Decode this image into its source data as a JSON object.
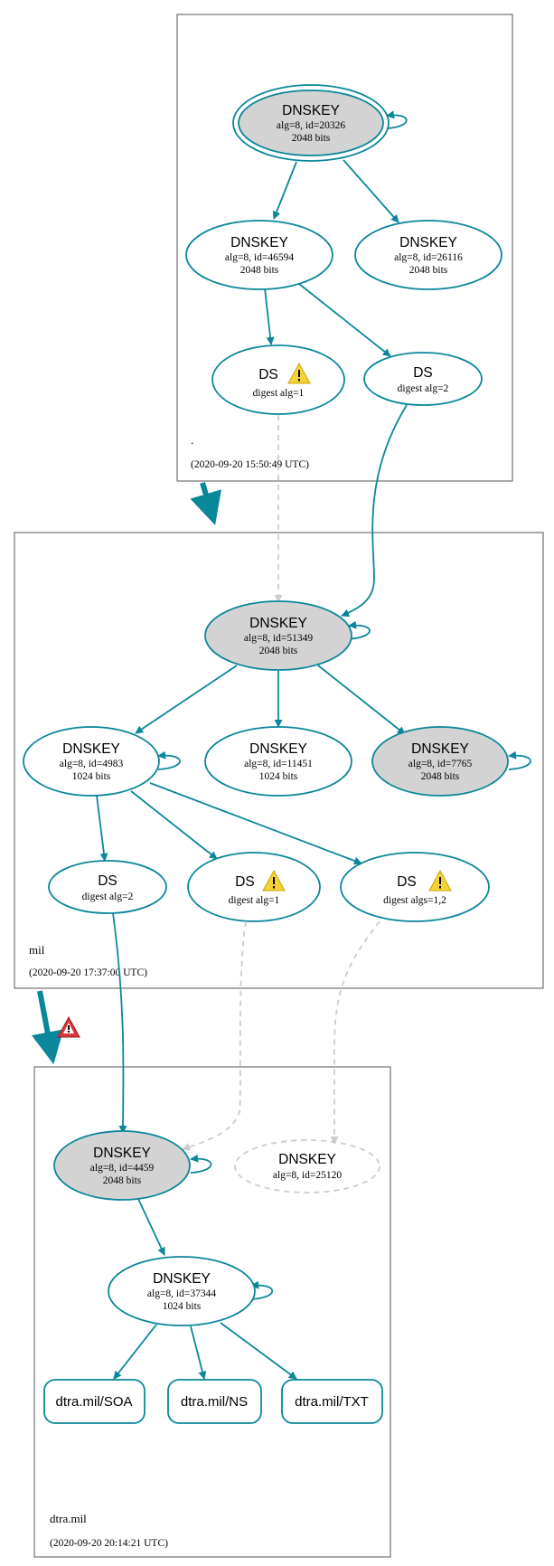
{
  "zones": [
    {
      "name": ".",
      "time": "(2020-09-20 15:50:49 UTC)"
    },
    {
      "name": "mil",
      "time": "(2020-09-20 17:37:00 UTC)"
    },
    {
      "name": "dtra.mil",
      "time": "(2020-09-20 20:14:21 UTC)"
    }
  ],
  "nodes": {
    "root_ksk": {
      "title": "DNSKEY",
      "line1": "alg=8, id=20326",
      "line2": "2048 bits"
    },
    "root_zsk1": {
      "title": "DNSKEY",
      "line1": "alg=8, id=46594",
      "line2": "2048 bits"
    },
    "root_zsk2": {
      "title": "DNSKEY",
      "line1": "alg=8, id=26116",
      "line2": "2048 bits"
    },
    "root_ds1": {
      "title": "DS",
      "line1": "digest alg=1"
    },
    "root_ds2": {
      "title": "DS",
      "line1": "digest alg=2"
    },
    "mil_ksk": {
      "title": "DNSKEY",
      "line1": "alg=8, id=51349",
      "line2": "2048 bits"
    },
    "mil_zsk1": {
      "title": "DNSKEY",
      "line1": "alg=8, id=4983",
      "line2": "1024 bits"
    },
    "mil_zsk2": {
      "title": "DNSKEY",
      "line1": "alg=8, id=11451",
      "line2": "1024 bits"
    },
    "mil_key3": {
      "title": "DNSKEY",
      "line1": "alg=8, id=7765",
      "line2": "2048 bits"
    },
    "mil_ds1": {
      "title": "DS",
      "line1": "digest alg=2"
    },
    "mil_ds2": {
      "title": "DS",
      "line1": "digest alg=1"
    },
    "mil_ds3": {
      "title": "DS",
      "line1": "digest algs=1,2"
    },
    "dtra_ksk": {
      "title": "DNSKEY",
      "line1": "alg=8, id=4459",
      "line2": "2048 bits"
    },
    "dtra_missing": {
      "title": "DNSKEY",
      "line1": "alg=8, id=25120"
    },
    "dtra_zsk": {
      "title": "DNSKEY",
      "line1": "alg=8, id=37344",
      "line2": "1024 bits"
    }
  },
  "rrsets": [
    {
      "label": "dtra.mil/SOA"
    },
    {
      "label": "dtra.mil/NS"
    },
    {
      "label": "dtra.mil/TXT"
    }
  ],
  "colors": {
    "edge": "#0a879a",
    "sep_fill": "#d3d3d3",
    "warning_fill": "#f6d23a",
    "error_fill": "#d9353b",
    "missing": "#cccccc"
  },
  "icons": [
    "warning-icon",
    "error-icon"
  ]
}
